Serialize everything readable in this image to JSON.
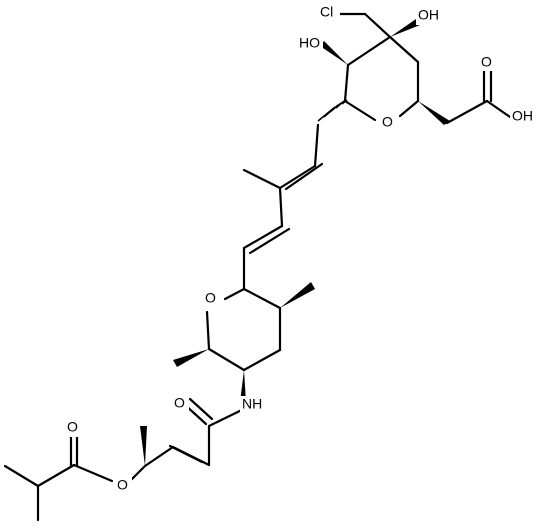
{
  "atoms": {
    "cl": "Cl",
    "oh_top": "OH",
    "ho_left": "HO",
    "o_ring_top": "O",
    "oh_acid": "OH",
    "o_acid": "O",
    "o_ring_mid": "O",
    "nh": "NH",
    "o_amide": "O",
    "o_ester_carbonyl": "O",
    "o_ester": "O"
  }
}
